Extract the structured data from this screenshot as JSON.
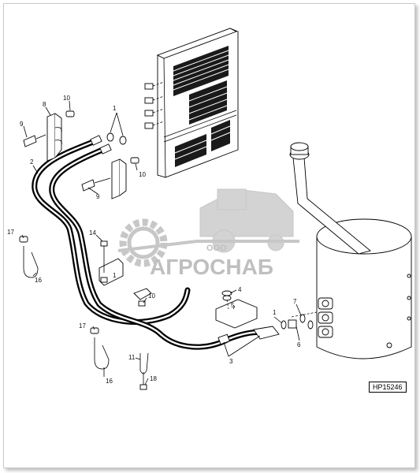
{
  "watermark": {
    "brand_small": "ООО",
    "brand_large": "АГРОСНАБ",
    "color": "#9a9a9a"
  },
  "figure_code": "HP15246",
  "callouts": {
    "c1_top": "1",
    "c1_mid": "1",
    "c1_bottom": "1",
    "c2": "2",
    "c3": "3",
    "c4": "4",
    "c5": "5",
    "c6": "6",
    "c7": "7",
    "c8": "8",
    "c9_top": "9",
    "c9_mid": "9",
    "c10_top": "10",
    "c10_mid": "10",
    "c10_low": "10",
    "c11": "11",
    "c14": "14",
    "c16_top": "16",
    "c16_bottom": "16",
    "c17_top": "17",
    "c17_bottom": "17",
    "c18": "18"
  }
}
